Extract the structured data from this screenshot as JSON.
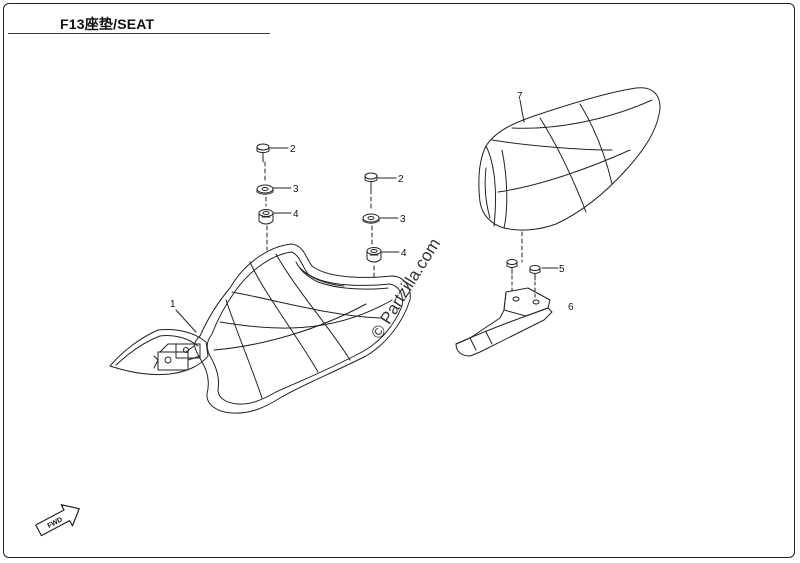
{
  "diagram": {
    "title": "F13座垫/SEAT",
    "watermark": "© Partzilla.com",
    "fwd_label": "FWD",
    "callouts": [
      {
        "id": "c1",
        "label": "1"
      },
      {
        "id": "c2a",
        "label": "2"
      },
      {
        "id": "c3a",
        "label": "3"
      },
      {
        "id": "c4a",
        "label": "4"
      },
      {
        "id": "c2b",
        "label": "2"
      },
      {
        "id": "c3b",
        "label": "3"
      },
      {
        "id": "c4b",
        "label": "4"
      },
      {
        "id": "c5",
        "label": "5"
      },
      {
        "id": "c6",
        "label": "6"
      },
      {
        "id": "c7",
        "label": "7"
      }
    ]
  },
  "colors": {
    "line": "#222222",
    "background": "#ffffff"
  }
}
